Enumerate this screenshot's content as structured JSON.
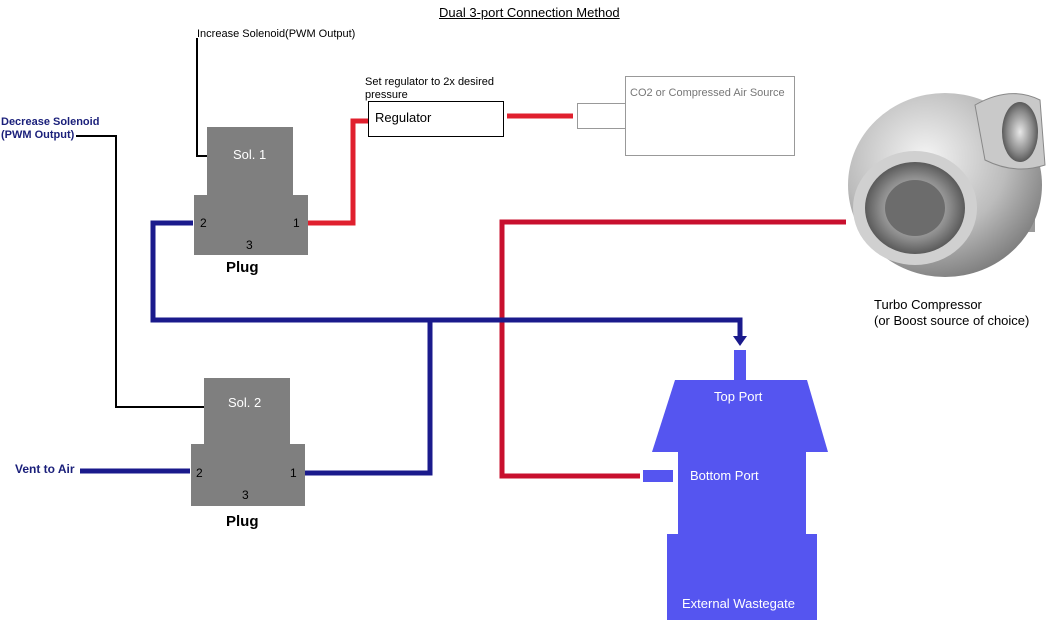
{
  "title": "Dual 3-port Connection Method",
  "labels": {
    "increase_solenoid": "Increase Solenoid(PWM Output)",
    "decrease_solenoid_line1": "Decrease Solenoid",
    "decrease_solenoid_line2": "(PWM Output)",
    "set_regulator_line1": "Set regulator to 2x desired",
    "set_regulator_line2": "pressure",
    "regulator": "Regulator",
    "co2_source": "CO2 or Compressed Air Source",
    "vent_to_air": "Vent to Air",
    "turbo_line1": "Turbo Compressor",
    "turbo_line2": "(or Boost source of choice)"
  },
  "solenoids": [
    {
      "name": "Sol. 1",
      "port_left": "2",
      "port_right": "1",
      "port_bottom": "3",
      "plug": "Plug"
    },
    {
      "name": "Sol. 2",
      "port_left": "2",
      "port_right": "1",
      "port_bottom": "3",
      "plug": "Plug"
    }
  ],
  "wastegate": {
    "top_port": "Top Port",
    "bottom_port": "Bottom Port",
    "name": "External Wastegate"
  },
  "colors": {
    "pressure_line": "#e0202e",
    "boost_line": "#c8102e",
    "vent_line": "#1a1a8c",
    "solenoid_body": "#7f7f7f",
    "wastegate_body": "#5555f0"
  }
}
